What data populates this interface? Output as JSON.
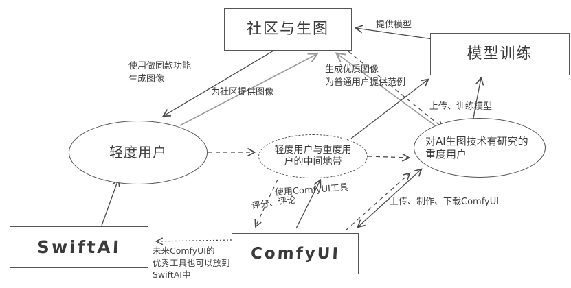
{
  "diagram": {
    "nodes": {
      "community": {
        "label": "社区与生图"
      },
      "model_training": {
        "label": "模型训练"
      },
      "light_users": {
        "label": "轻度用户"
      },
      "middle_ground": {
        "label": "轻度用户与重度用\n户的中间地带"
      },
      "heavy_users": {
        "label": "对AI生图技术有研究的\n重度用户"
      },
      "swiftai": {
        "label": "SwiftAI"
      },
      "comfyui": {
        "label": "ComfyUI"
      }
    },
    "edge_labels": {
      "provide_model": "提供模型",
      "use_same_function": "使用做同款功能\n生成图像",
      "provide_images_for_community": "为社区提供图像",
      "generate_quality_images": "生成优质图像\n为普通用户提供范例",
      "upload_train_model": "上传、训练模型",
      "rate_comment": "评分、评论",
      "use_comfyui_tools": "使用ComfyUI工具",
      "upload_make_download_comfyui": "上传、制作、下载ComfyUI",
      "future_note": "未来ComfyUI的\n优秀工具也可以放到\nSwiftAI中"
    },
    "colors": {
      "line_dark": "#4a4a4a",
      "line_gray": "#9a9a9a",
      "border": "#555555",
      "background": "#ffffff"
    }
  }
}
